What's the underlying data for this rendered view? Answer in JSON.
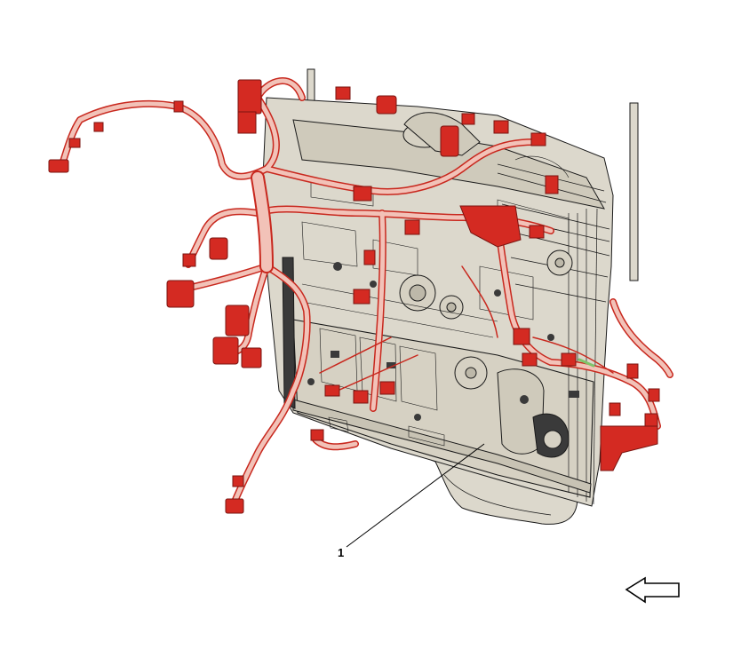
{
  "diagram": {
    "callouts": [
      {
        "label": "1"
      }
    ],
    "colors": {
      "engine_fill": "#dcd8cc",
      "engine_dark": "#c8c3b4",
      "line": "#1a1a1a",
      "harness_fill": "#f2c2b8",
      "harness_stroke": "#c8281e",
      "connector": "#d42a22",
      "accent_green": "#7fc46a"
    },
    "icons": {
      "direction_arrow": "left-arrow-icon",
      "engine": "engine-assembly-drawing",
      "harness": "wiring-harness-drawing"
    }
  }
}
